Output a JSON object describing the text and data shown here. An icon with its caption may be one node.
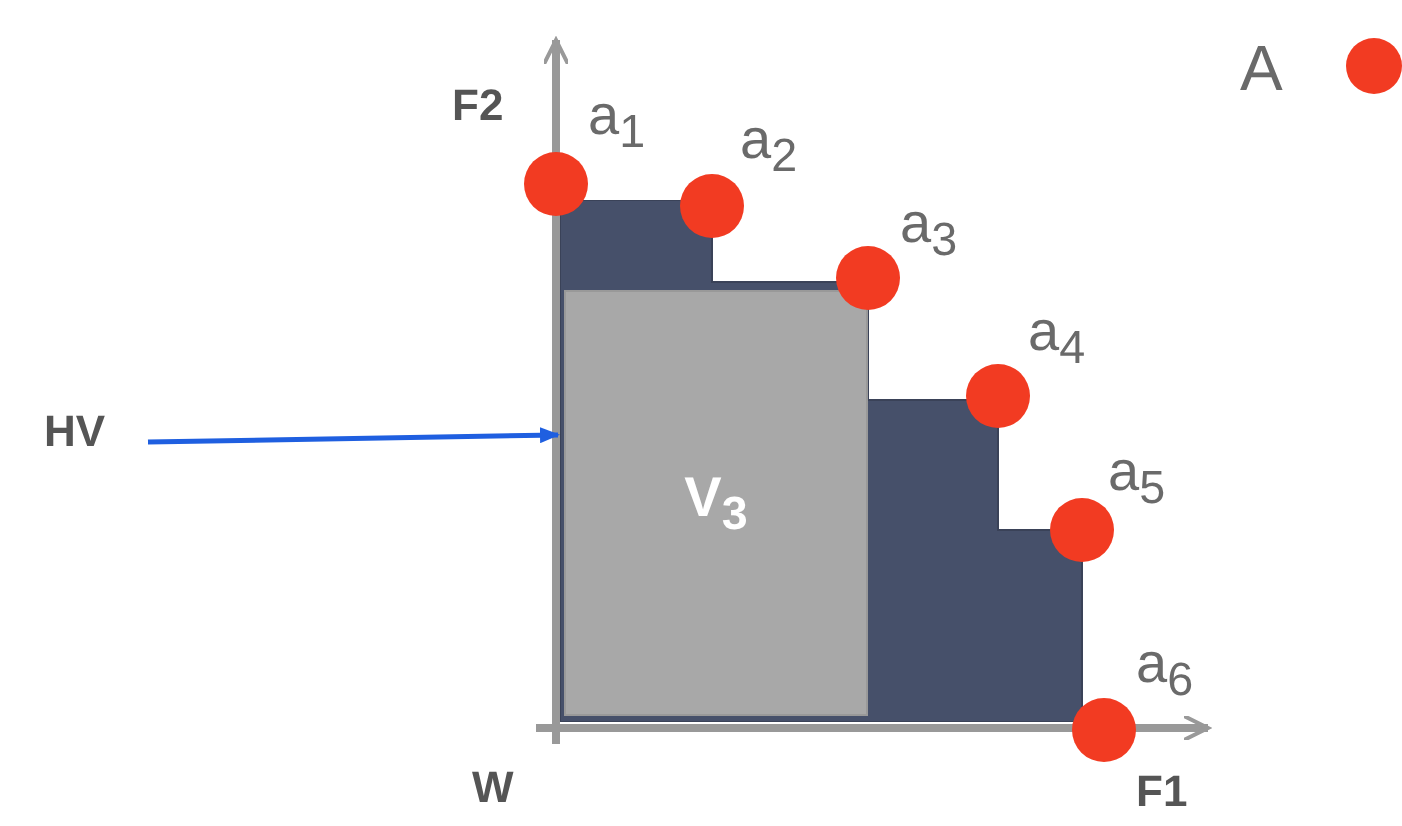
{
  "diagram": {
    "nodes": [
      {
        "text": [
          "HV"
        ]
      },
      {
        "text": [],
        "shape": "box"
      },
      {
        "text": [
          "V$_{3}$"
        ],
        "in": 1
      }
    ],
    "edges": [
      {
        "from": 0,
        "to": 1,
        "arrow": "to"
      }
    ],
    "labels": [
      "F2",
      "a$_{1}$",
      "a$_{2}$",
      "a$_{3}$",
      "a$_{4}$",
      "a$_{5}$",
      "a$_{6}$",
      "W",
      "F1"
    ],
    "legend": [
      {
        "text": "A",
        "color": "#f23b22"
      }
    ]
  }
}
